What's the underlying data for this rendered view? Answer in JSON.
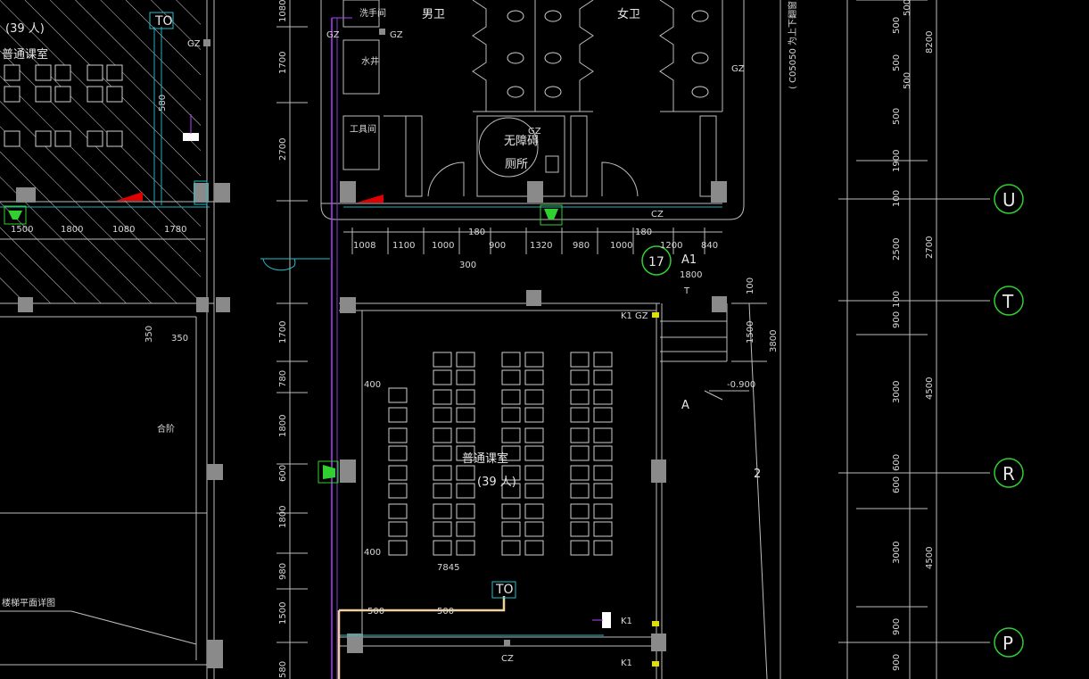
{
  "rooms": {
    "classroom_center_name": "普通课室",
    "classroom_center_capacity": "(39 人)",
    "classroom_left_name": "普通课室",
    "classroom_left_capacity": "(39 人)",
    "mens_toilet": "男卫",
    "womens_toilet": "女卫",
    "accessible_toilet_line1": "无障碍",
    "accessible_toilet_line2": "厕所",
    "small_room_a": "洗手间",
    "small_room_b": "水井",
    "small_room_c": "工具间",
    "left_small_label": "合阶",
    "left_bottom_label": "楼梯平面详图"
  },
  "tags": {
    "to_top": "TO",
    "to_bottom": "TO",
    "gz_labels": [
      "GZ",
      "GZ",
      "GZ",
      "GZ",
      "GZ",
      "GZ"
    ],
    "k1_labels": [
      "K1",
      "K1",
      "K1"
    ],
    "cz_labels": [
      "CZ",
      "CZ"
    ],
    "a1": "A1",
    "a_mark": "A",
    "elev": "-0.900",
    "grid_17": "17",
    "two_mark": "2",
    "leader_note": "7845",
    "vertical_note": "( C05050 为上下翻窗)",
    "t_mark": "T",
    "h_580": "580"
  },
  "dims_top": [
    "1008",
    "1100",
    "1000",
    "180",
    "900",
    "1320",
    "980",
    "1000",
    "180",
    "1200",
    "840"
  ],
  "dim_300": "300",
  "dim_1800": "1800",
  "dims_left_top": [
    "1500",
    "1800",
    "1080",
    "1780"
  ],
  "dims_vertical_left": [
    "1080",
    "1700",
    "2700",
    "1700",
    "780",
    "1800",
    "600",
    "1800",
    "980",
    "1500",
    "580"
  ],
  "dims_right_col1": [
    "500",
    "500",
    "500",
    "500",
    "500",
    "1900",
    "100",
    "2500",
    "100",
    "900",
    "3000",
    "600",
    "600",
    "3000",
    "900",
    "900"
  ],
  "dims_right_col2": [
    "8200",
    "2700",
    "4500",
    "4500"
  ],
  "dims_misc": [
    "400",
    "400",
    "500",
    "500",
    "350",
    "350",
    "1500",
    "100",
    "3800"
  ],
  "grid_axes": [
    "U",
    "T",
    "R",
    "P"
  ],
  "legend_colors": {
    "wall": "#9a9a9a",
    "dim": "#d0d0d0",
    "axis": "#30d030",
    "magenta": "#c040ff",
    "cyan": "#20c0d0",
    "red": "#e00000"
  }
}
